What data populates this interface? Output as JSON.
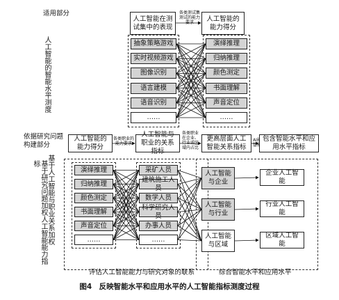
{
  "top_section": {
    "label": "适用部分",
    "side_title": "人工智能的智能水平测度",
    "header_left": "人工智能在测试集中的表现",
    "arrow_note": "各类测试集测试的能力要求",
    "header_right": "人工智能的能力得分",
    "tests": [
      "抽象策略游戏",
      "实时视频游戏",
      "图像识别",
      "语言建模",
      "语音识别",
      "……"
    ],
    "abilities": [
      "演绎推理",
      "归纳推理",
      "颜色测定",
      "书面理解",
      "声音定位",
      "……"
    ]
  },
  "bottom_section": {
    "label": "依据研究问题构建部分",
    "side_title_outer": "基于研究问题加权人工智能能力指标",
    "side_title_inner": "基于人工智能与职业关系加权",
    "flow": {
      "box1": "人工智能的能力得分",
      "note1": "各类职业的能力要求",
      "box2": "人工智能与职业的关系指标",
      "note2": "各类职业在企业、行业或区域内占比",
      "box3": "更高层面人工智能关系指标",
      "note3": "AI能力的智能水平",
      "box4": "包含智能水平和应用水平指标"
    },
    "abilities": [
      "演绎推理",
      "归纳推理",
      "颜色测定",
      "书面理解",
      "声音定位",
      "……"
    ],
    "occupations": [
      "采矿人员",
      "建筑施工人员",
      "数学人员",
      "科学研究人员",
      "办事人员",
      "……"
    ],
    "relations": [
      "人工智能与企业",
      "人工智能与行业",
      "人工智能与区域"
    ],
    "results": [
      "企业人工智能",
      "行业人工智能",
      "区域人工智能"
    ],
    "note_left": "评估人工智能能力与研究对象的联系",
    "note_right": "综合智能水平和应用水平"
  },
  "caption": "图4　反映智能水平和应用水平的人工智能指标测度过程"
}
